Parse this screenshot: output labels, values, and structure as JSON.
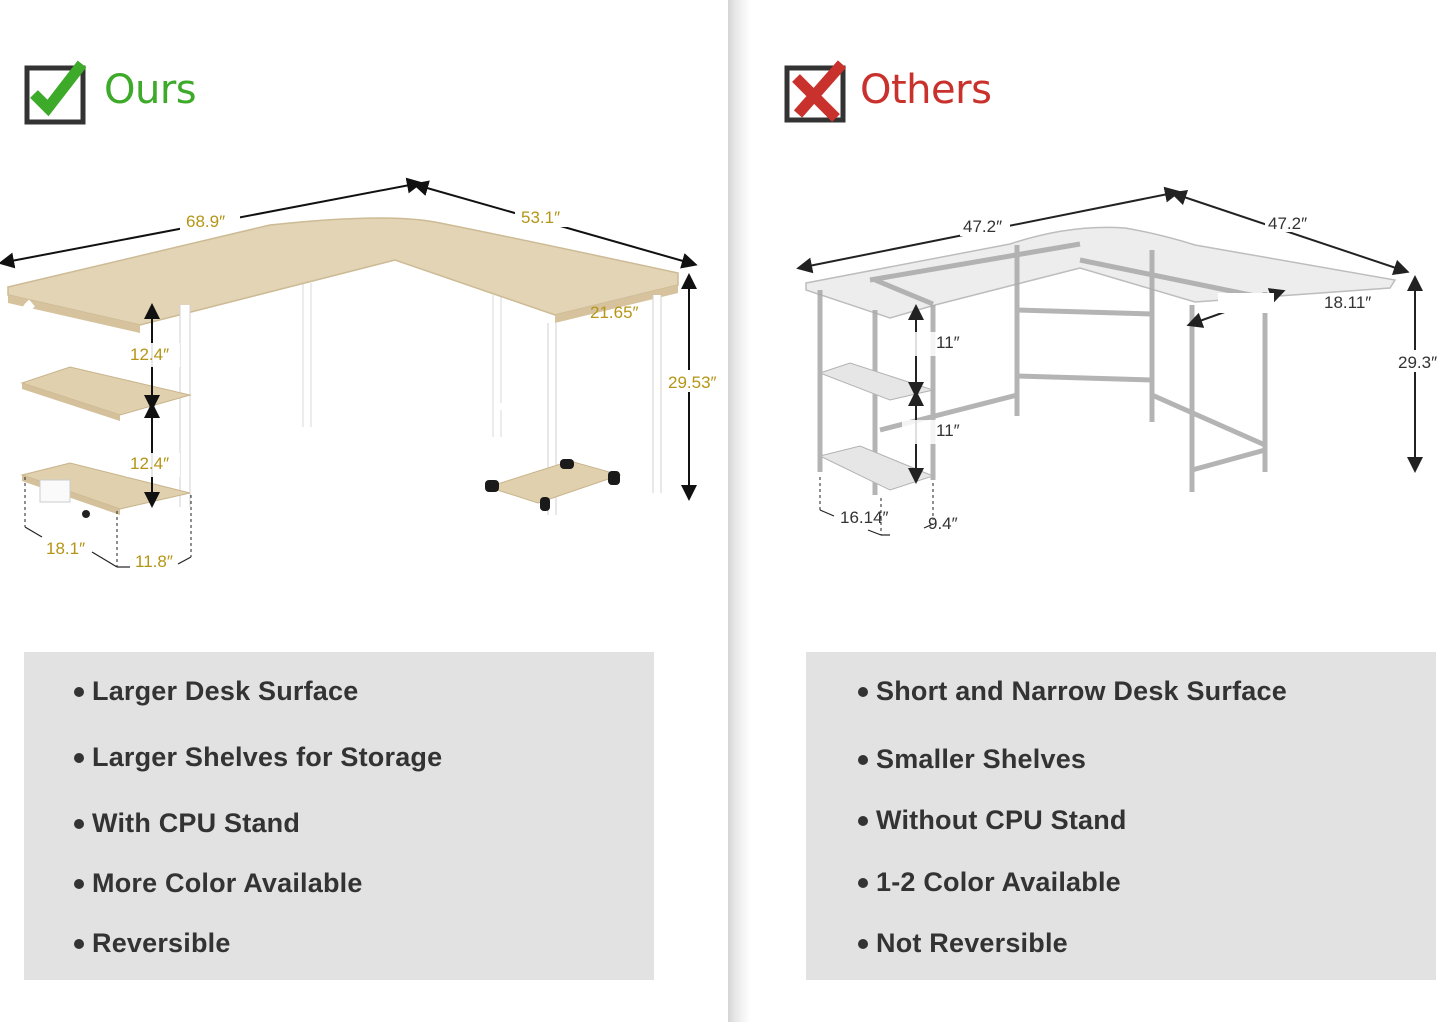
{
  "colors": {
    "ours_green": "#3daa2a",
    "others_red": "#c9312c",
    "ours_dimension_text": "#b59515",
    "others_dimension_text": "#333333",
    "feature_box_bg": "#e2e2e2",
    "feature_text": "#333333",
    "wood_top": "#e2d3b4",
    "frame_white": "#ffffff"
  },
  "left": {
    "heading": {
      "icon": "checkbox-check-icon",
      "label": "Ours"
    },
    "illustration": {
      "subject": "L-shaped desk with wood top, white frame, side shelves and CPU stand",
      "dimensions": {
        "main_length": "68.9″",
        "return_length": "53.1″",
        "depth": "21.65″",
        "height": "29.53″",
        "shelf_gap_upper": "12.4″",
        "shelf_gap_lower": "12.4″",
        "shelf_depth": "18.1″",
        "shelf_width": "11.8″"
      }
    },
    "features": [
      "Larger Desk Surface",
      "Larger Shelves for Storage",
      "With CPU Stand",
      "More Color Available",
      "Reversible"
    ]
  },
  "right": {
    "heading": {
      "icon": "checkbox-x-icon",
      "label": "Others"
    },
    "illustration": {
      "subject": "L-shaped glass desk with grey frame and side shelves",
      "dimensions": {
        "main_length": "47.2″",
        "return_length": "47.2″",
        "depth": "18.11″",
        "height": "29.3″",
        "shelf_gap_upper": "11″",
        "shelf_gap_lower": "11″",
        "shelf_depth": "16.14″",
        "shelf_width": "9.4″"
      }
    },
    "features": [
      "Short and Narrow Desk Surface",
      "Smaller Shelves",
      "Without CPU Stand",
      "1-2 Color Available",
      "Not Reversible"
    ]
  }
}
